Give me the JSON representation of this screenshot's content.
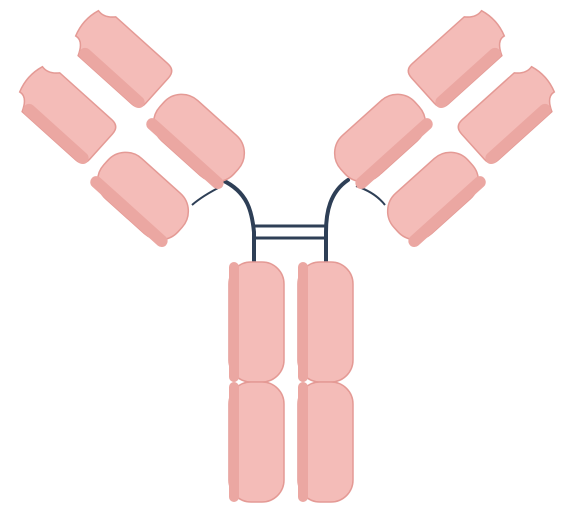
{
  "figure": {
    "subject": "antibody-schematic",
    "fill_color": "#f4bcb8",
    "shade_color": "#eba7a2",
    "outline_color": "#e49a95",
    "linker_color": "#2e3f56",
    "background": "#ffffff"
  },
  "structure": {
    "heavy_chain_count": 2,
    "light_chain_count": 2,
    "domains_per_heavy_chain_arm": 2,
    "domains_per_light_chain": 2,
    "domains_per_fc_stem": 2,
    "hinge_disulfide_bonds": 2
  }
}
